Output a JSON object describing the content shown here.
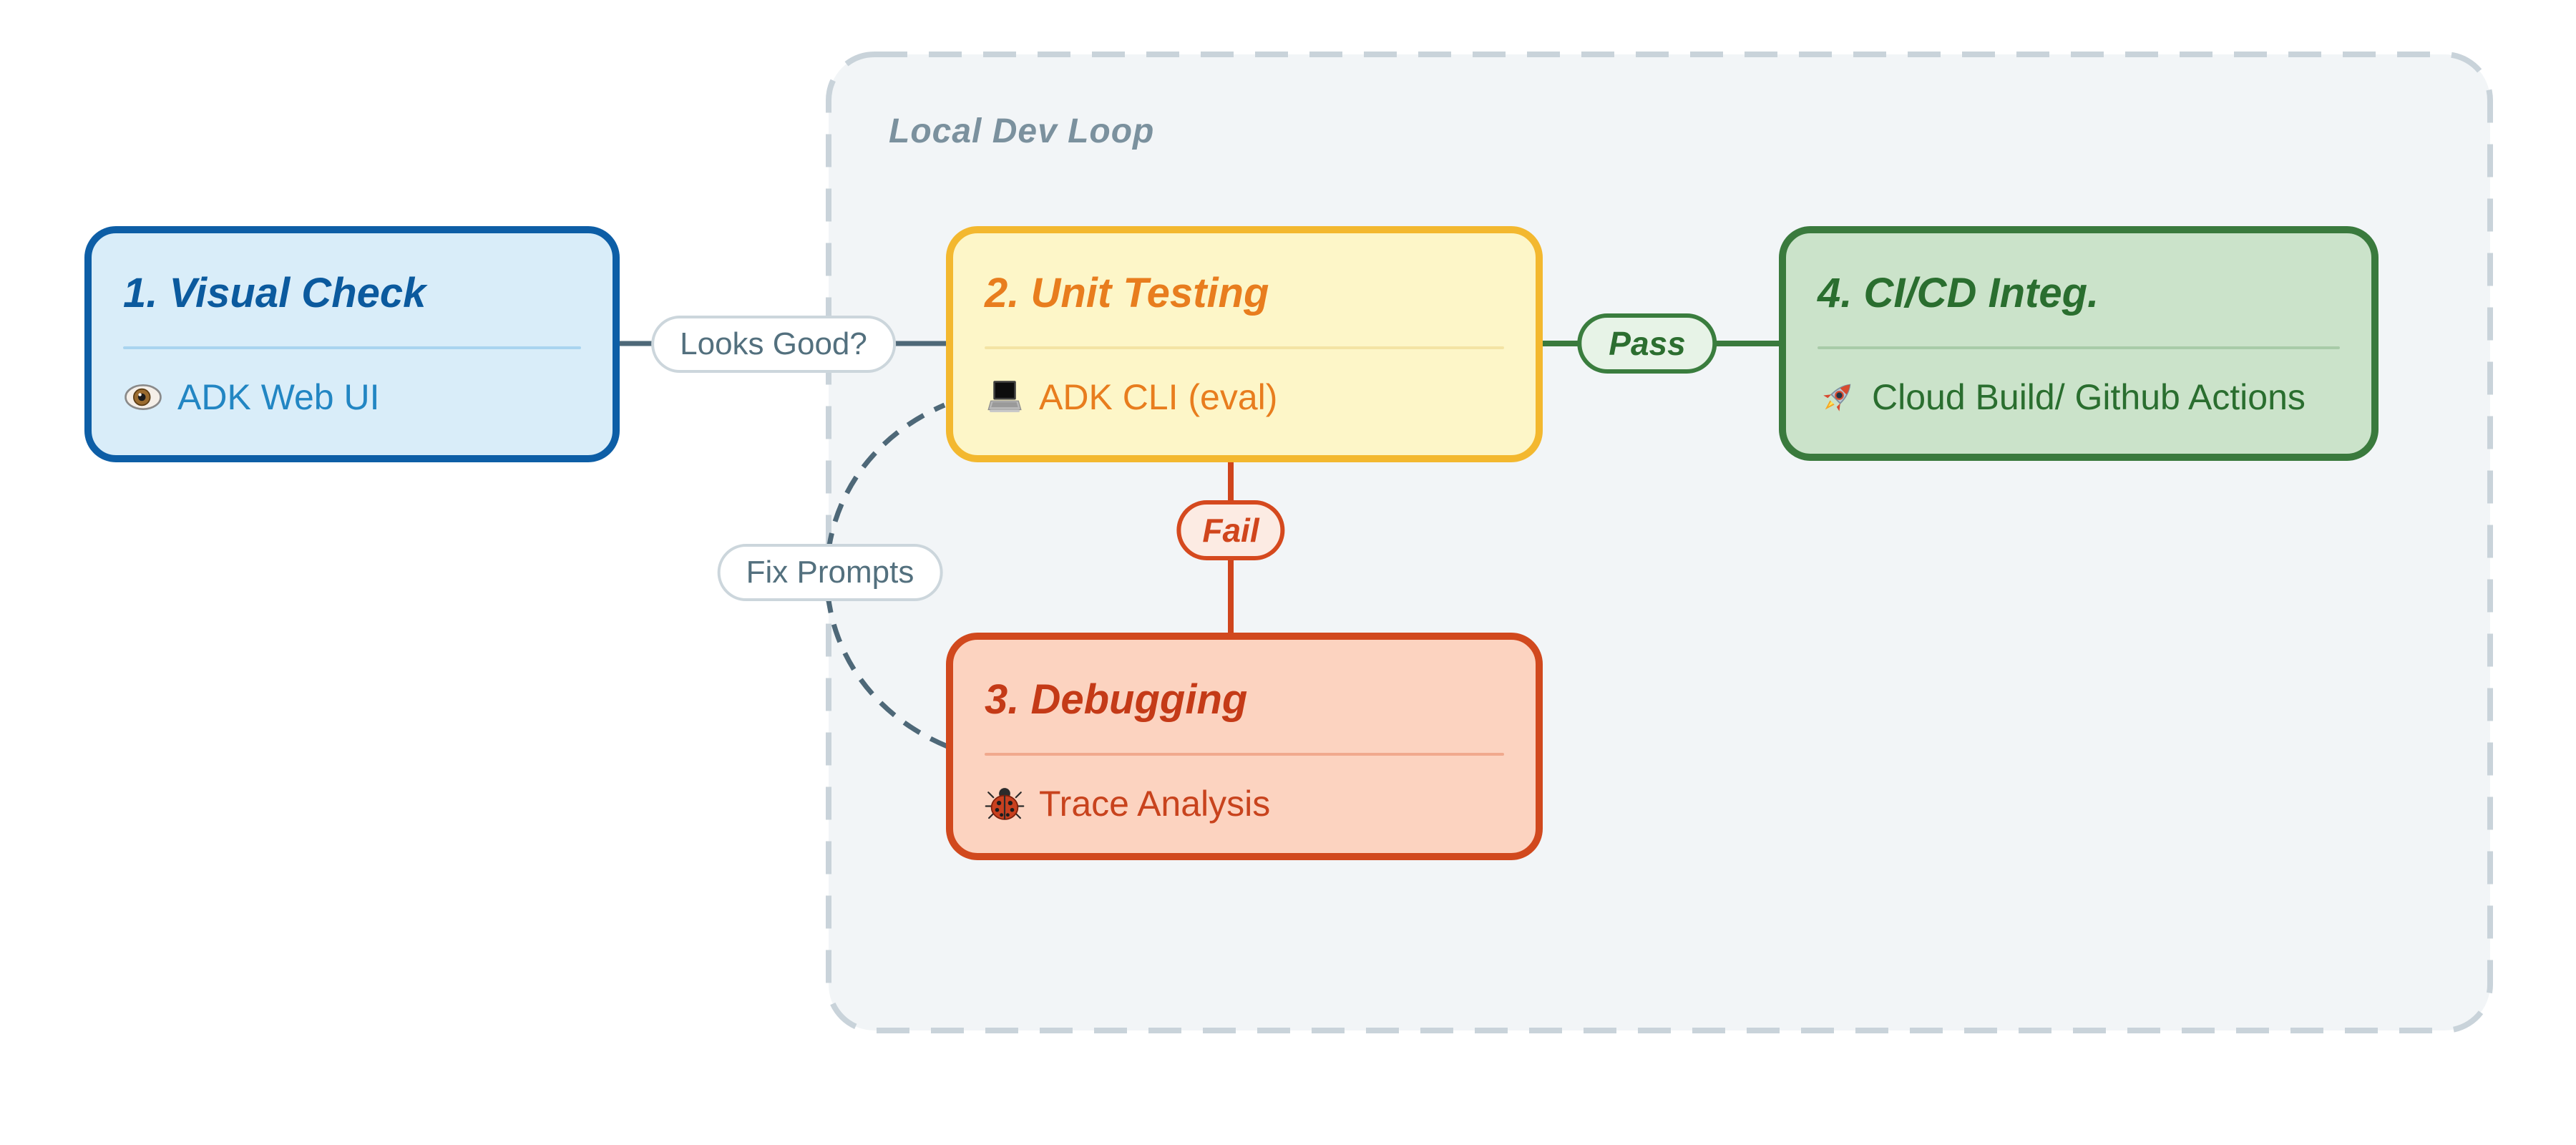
{
  "diagram": {
    "type": "flowchart",
    "subgraph": {
      "label": "Local Dev Loop",
      "contains": [
        "unit_testing",
        "debugging",
        "cicd"
      ]
    },
    "nodes": {
      "visual_check": {
        "title": "1. Visual Check",
        "body": "ADK Web UI",
        "icon": "eye-icon"
      },
      "unit_testing": {
        "title": "2. Unit Testing",
        "body": "ADK CLI (eval)",
        "icon": "laptop-icon"
      },
      "debugging": {
        "title": "3. Debugging",
        "body": "Trace Analysis",
        "icon": "bug-icon"
      },
      "cicd": {
        "title": "4. CI/CD Integ.",
        "body": "Cloud Build/ Github Actions",
        "icon": "rocket-icon"
      }
    },
    "edges": {
      "looks_good": {
        "label": "Looks Good?",
        "from": "visual_check",
        "to": "unit_testing",
        "style": "solid"
      },
      "pass": {
        "label": "Pass",
        "from": "unit_testing",
        "to": "cicd",
        "style": "solid"
      },
      "fail": {
        "label": "Fail",
        "from": "unit_testing",
        "to": "debugging",
        "style": "solid"
      },
      "fix_prompts": {
        "label": "Fix Prompts",
        "from": "debugging",
        "to": "unit_testing",
        "style": "dashed"
      }
    },
    "colors": {
      "canvas_bg": "#ffffff",
      "subgraph_fill": "#f2f5f7",
      "subgraph_border": "#c9d3da",
      "subgraph_label_text": "#7b919e",
      "slate_edge": "#4e6878",
      "node_blue": {
        "fill": "#d9edf9",
        "border": "#0d5ea6",
        "title": "#0b5a9e",
        "body": "#2286c3"
      },
      "node_yellow": {
        "fill": "#fdf6c8",
        "border": "#f3b82f",
        "text": "#e87d1e"
      },
      "node_green": {
        "fill": "#cbe3ca",
        "border": "#3a7a3d",
        "text": "#2a6e2f"
      },
      "node_red": {
        "fill": "#fcd3c0",
        "border": "#d1491e",
        "text": "#c8431d"
      },
      "pass_badge": {
        "fill": "#e7f3e7",
        "border": "#3a7d3e",
        "text": "#2c6e30"
      },
      "fail_badge": {
        "fill": "#fcebe3",
        "border": "#d5491e",
        "text": "#d0451c"
      },
      "plain_pill": {
        "fill": "#ffffff",
        "border": "#ccd6dc",
        "text": "#53707e"
      }
    }
  }
}
